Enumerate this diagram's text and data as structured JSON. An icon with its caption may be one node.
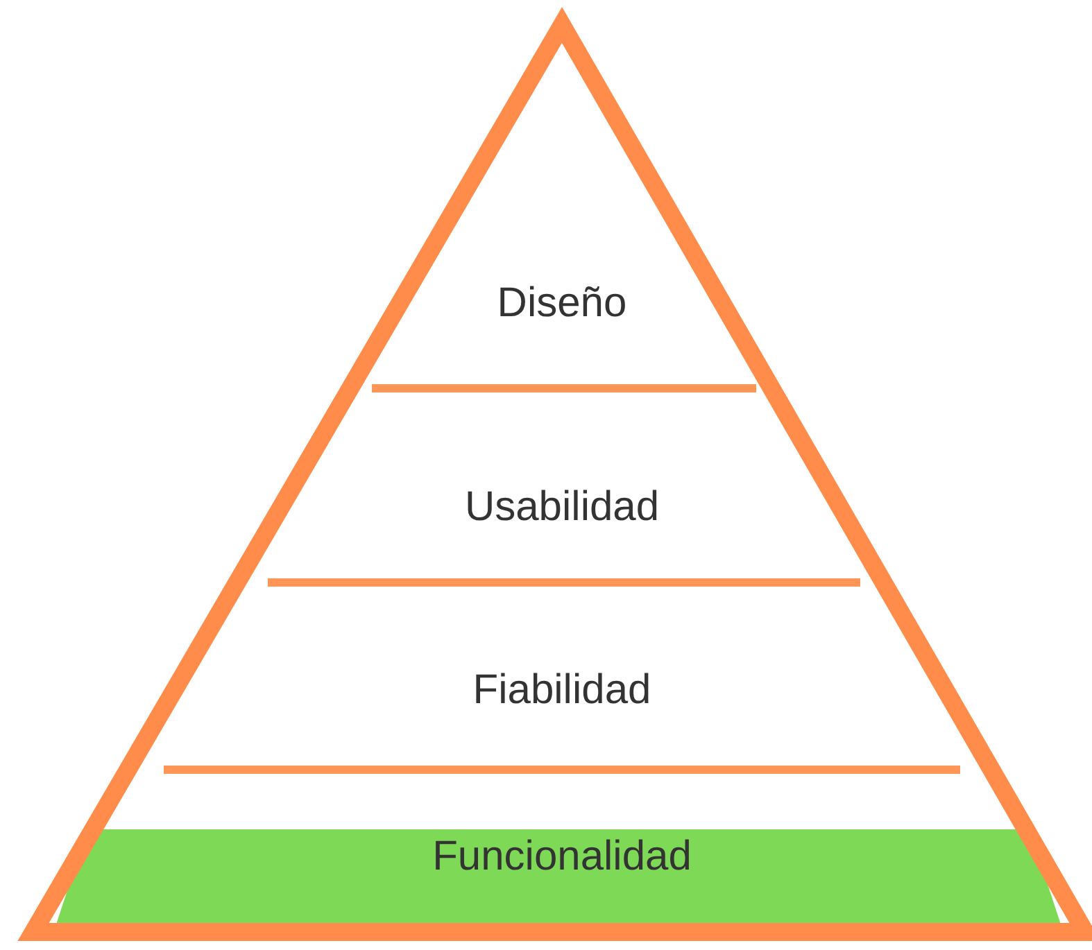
{
  "diagram": {
    "nodes": [
      {
        "text": [
          "Diseño"
        ]
      },
      {
        "text": [
          "Usabilidad"
        ]
      },
      {
        "text": [
          "Fiabilidad"
        ]
      },
      {
        "text": [
          "Funcionalidad"
        ]
      }
    ],
    "edges": []
  }
}
